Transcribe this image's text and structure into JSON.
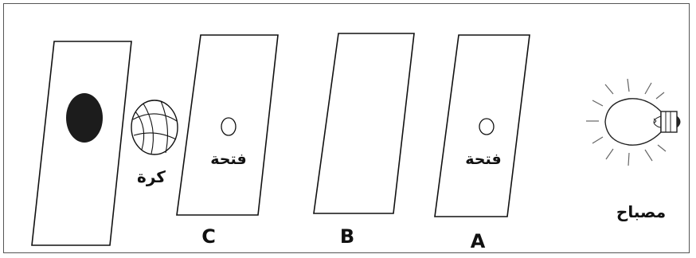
{
  "labels": {
    "lamp": "مصباح",
    "ball": "كرة",
    "hole_a": "فتحة",
    "hole_c": "فتحة",
    "card_a": "A",
    "card_b": "B",
    "card_c": "C"
  },
  "icons": {
    "lamp": "light-bulb-icon",
    "ball": "basketball-icon"
  },
  "colors": {
    "stroke": "#111111",
    "shadow_fill": "#1c1c1c",
    "frame": "#555555"
  }
}
